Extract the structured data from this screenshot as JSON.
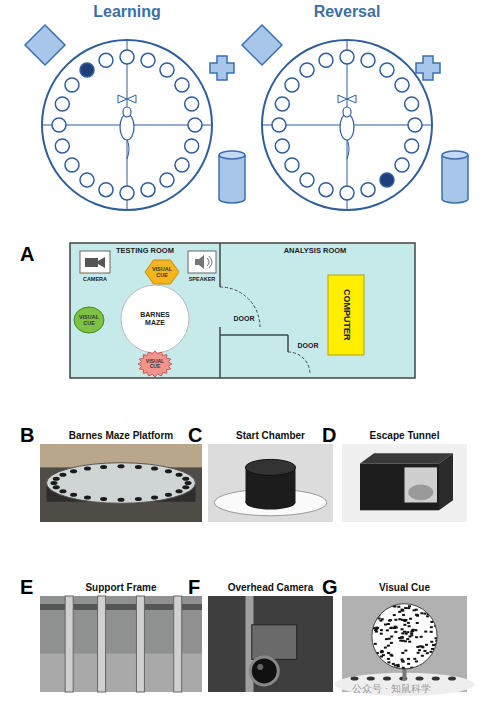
{
  "diagram": {
    "nodes": [
      {
        "text": [
          "Learning"
        ]
      },
      {
        "text": [
          "Reversal"
        ]
      },
      {
        "text": [
          "TESTING ROOM"
        ]
      },
      {
        "text": [
          "CAMERA"
        ],
        "in": 2
      },
      {
        "text": [
          "VISUAL CUE"
        ],
        "in": 2
      },
      {
        "text": [
          "SPEAKER"
        ],
        "in": 2
      },
      {
        "text": [
          "VISUAL CUE"
        ],
        "in": 2
      },
      {
        "text": [
          "BARNES MAZE"
        ],
        "in": 2
      },
      {
        "text": [
          "VISUAL CUE"
        ],
        "in": 2
      },
      {
        "text": [
          "ANALYSIS ROOM"
        ]
      },
      {
        "text": [
          "COMPUTER"
        ],
        "in": 9
      },
      {
        "text": [
          "Barnes Maze Platform"
        ]
      },
      {
        "text": [
          "Start Chamber"
        ]
      },
      {
        "text": [
          "Escape Tunnel"
        ]
      },
      {
        "text": [
          "Support Frame"
        ]
      },
      {
        "text": [
          "Overhead Camera"
        ]
      },
      {
        "text": [
          "Visual Cue"
        ]
      }
    ],
    "labels": [
      "A",
      "DOOR",
      "DOOR",
      "B",
      "C",
      "D",
      "E",
      "F",
      "G",
      "公众号 · 知鼠科学"
    ]
  }
}
